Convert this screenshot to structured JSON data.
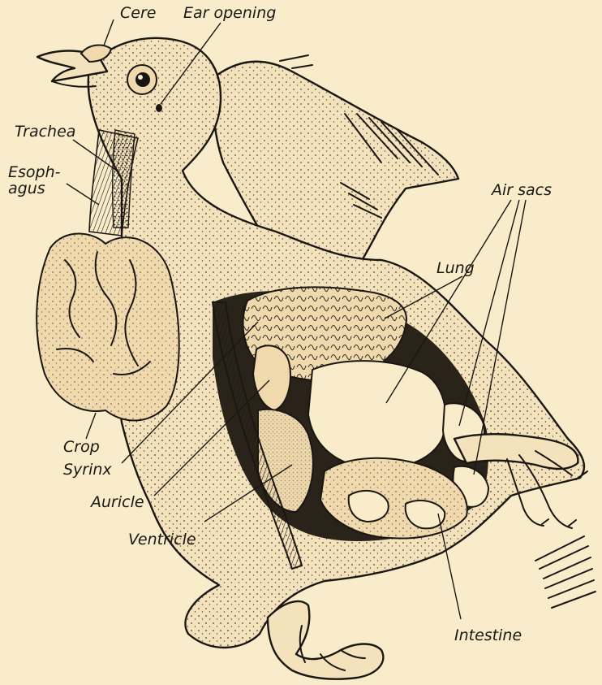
{
  "labels": {
    "cere": "Cere",
    "ear_opening": "Ear opening",
    "trachea": "Trachea",
    "esophagus_line1": "Esoph-",
    "esophagus_line2": "agus",
    "crop": "Crop",
    "syrinx": "Syrinx",
    "auricle": "Auricle",
    "ventricle": "Ventricle",
    "lung": "Lung",
    "air_sacs": "Air sacs",
    "intestine": "Intestine"
  },
  "colors": {
    "paper": "#f8eccb",
    "ink": "#1a1712"
  }
}
